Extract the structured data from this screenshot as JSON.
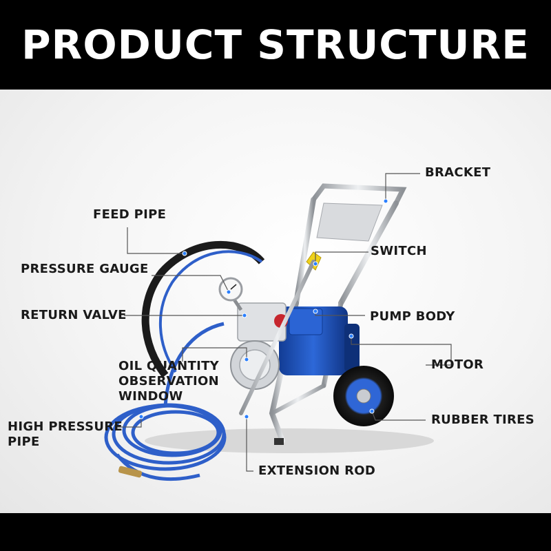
{
  "header": {
    "title": "PRODUCT STRUCTURE"
  },
  "labels": {
    "bracket": "BRACKET",
    "feed_pipe": "FEED PIPE",
    "switch": "SWITCH",
    "pressure_gauge": "PRESSURE GAUGE",
    "return_valve": "RETURN VALVE",
    "pump_body": "PUMP BODY",
    "motor": "MOTOR",
    "oil_window_1": "OIL QUANTITY",
    "oil_window_2": "OBSERVATION",
    "oil_window_3": "WINDOW",
    "high_pressure_1": "HIGH PRESSURE",
    "high_pressure_2": "PIPE",
    "rubber_tires": "RUBBER TIRES",
    "extension_rod": "EXTENSION ROD"
  },
  "colors": {
    "header_bg": "#000000",
    "header_text": "#ffffff",
    "label_text": "#1a1a1a",
    "leader_line": "#555555",
    "leader_dot": "#2a7fff",
    "hose_blue": "#2e5fc9",
    "motor_blue": "#1c4fb8",
    "steel": "#c9ccd1"
  }
}
